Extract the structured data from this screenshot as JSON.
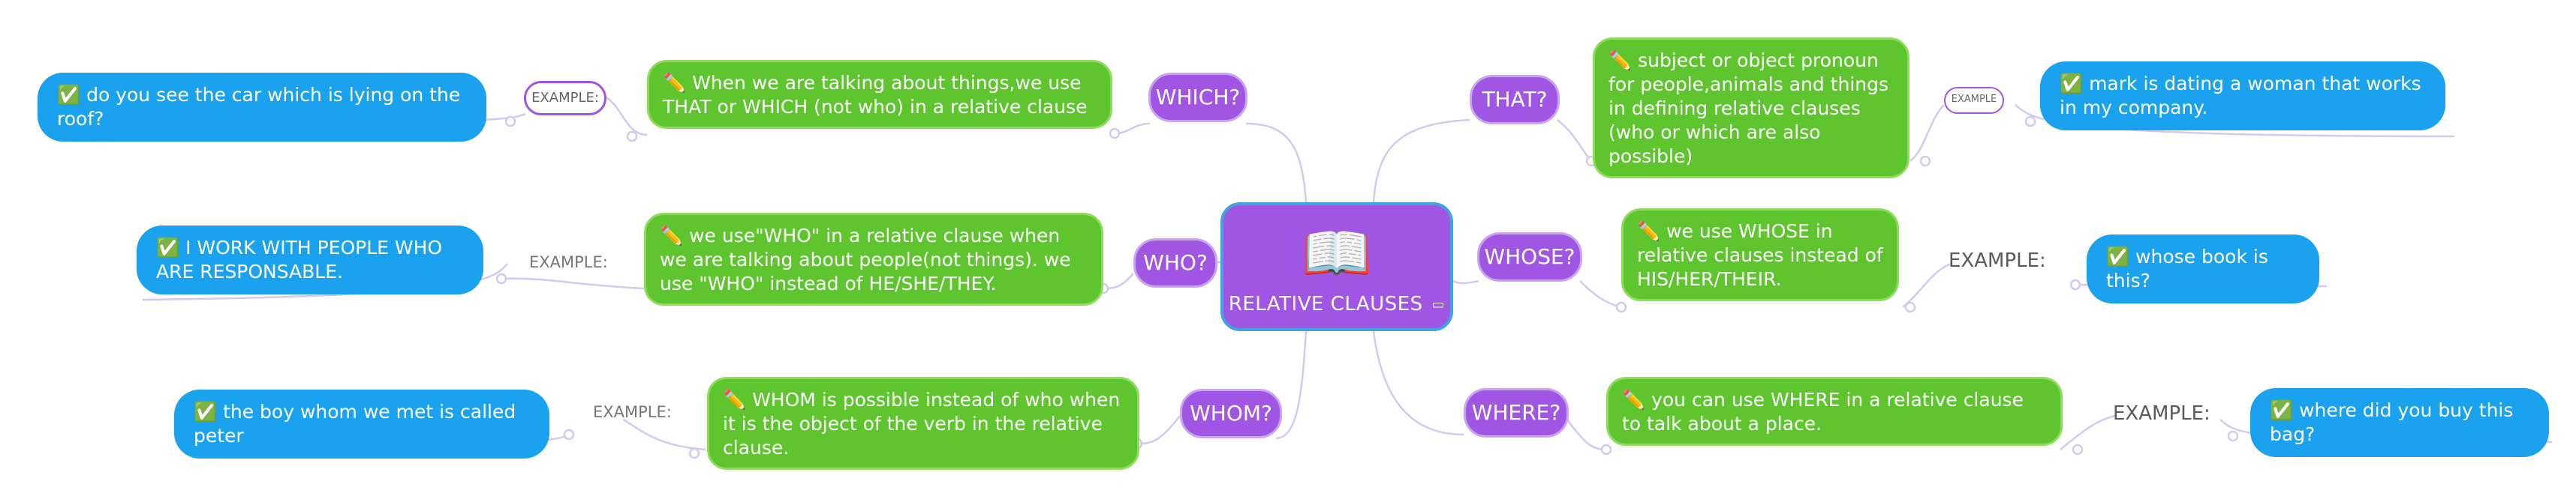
{
  "center": {
    "title": "RELATIVE CLAUSES",
    "icon": "open-book-icon",
    "note_icon": "note-icon"
  },
  "branches": {
    "which": {
      "question": "WHICH?",
      "rule": "✏️ When we are talking about things,we use THAT or WHICH (not who) in a relative clause",
      "example_label": "EXAMPLE:",
      "example": "✅ do you see the car which is lying on the roof?"
    },
    "who": {
      "question": "WHO?",
      "rule": "✏️ we use\"WHO\" in a relative clause when we are talking about people(not things). we use \"WHO\" instead of HE/SHE/THEY.",
      "example_label": "EXAMPLE:",
      "example": "✅ I WORK WITH PEOPLE WHO ARE RESPONSABLE."
    },
    "whom": {
      "question": "WHOM?",
      "rule": "✏️ WHOM is possible instead of who when it is the object of the verb in the  relative clause.",
      "example_label": "EXAMPLE:",
      "example": "✅ the boy whom we met is called peter"
    },
    "that": {
      "question": "THAT?",
      "rule": "✏️ subject or object pronoun for people,animals and things in defining relative clauses (who or which are also possible)",
      "example_label": "EXAMPLE",
      "example": "✅ mark is dating a woman that works in my company."
    },
    "whose": {
      "question": "WHOSE?",
      "rule": "✏️ we use WHOSE in relative clauses instead of HIS/HER/THEIR.",
      "example_label": "EXAMPLE:",
      "example": "✅ whose book is this?"
    },
    "where": {
      "question": "WHERE?",
      "rule": "✏️ you can use WHERE in a relative clause to talk about a place.",
      "example_label": "EXAMPLE:",
      "example": "✅ where did you buy this bag?"
    }
  },
  "colors": {
    "center": "#a056e2",
    "center_border": "#3fa2e3",
    "question": "#a056e2",
    "rule": "#5fc52e",
    "example": "#1ba2ef",
    "connector": "#d6c8ee"
  }
}
